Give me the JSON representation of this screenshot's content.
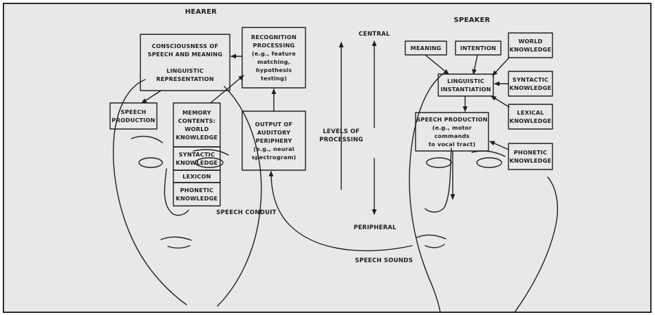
{
  "hearer": {
    "title": "HEARER",
    "consciousness": "CONSCIOUSNESS OF\nSPEECH AND MEANING\n\nLINGUISTIC\nREPRESENTATION",
    "recognition": "RECOGNITION\nPROCESSING\n(e.g., feature\nmatching, hypothesis\ntesting)",
    "speech_production": "SPEECH\nPRODUCTION",
    "memory": "MEMORY\nCONTENTS:\nWORLD\nKNOWLEDGE",
    "syntactic": "SYNTACTIC\nKNOWLEDGE",
    "lexicon": "LEXICON",
    "phonetic": "PHONETIC\nKNOWLEDGE",
    "auditory": "OUTPUT OF\nAUDITORY\nPERIPHERY\n(e.g., neural\nspectrogram)"
  },
  "speaker": {
    "title": "SPEAKER",
    "meaning": "MEANING",
    "intention": "INTENTION",
    "world": "WORLD\nKNOWLEDGE",
    "linguistic": "LINGUISTIC\nINSTANTIATION",
    "syntactic": "SYNTACTIC\nKNOWLEDGE",
    "lexical": "LEXICAL\nKNOWLEDGE",
    "speech_production": "SPEECH PRODUCTION\n(e.g., motor commands\nto vocal tract)",
    "phonetic": "PHONETIC\nKNOWLEDGE"
  },
  "levels": {
    "central": "CENTRAL",
    "label": "LEVELS OF\nPROCESSING",
    "peripheral": "PERIPHERAL"
  },
  "conduit": {
    "label": "SPEECH CONDUIT",
    "sounds": "SPEECH SOUNDS"
  }
}
